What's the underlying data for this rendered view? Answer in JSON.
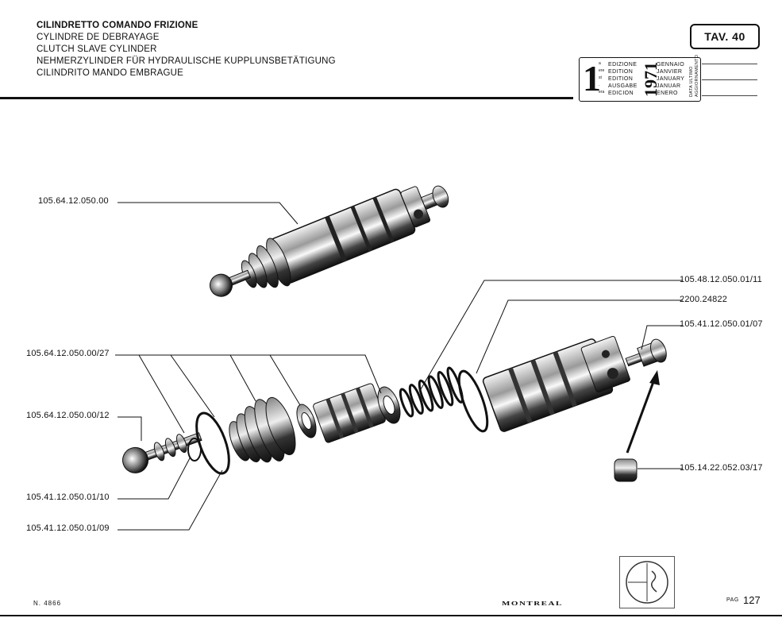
{
  "header": {
    "titles": [
      "CILINDRETTO COMANDO FRIZIONE",
      "CYLINDRE DE DEBRAYAGE",
      "CLUTCH SLAVE CYLINDER",
      "NEHMERZYLINDER FÜR HYDRAULISCHE KUPPLUNSBETÄTIGUNG",
      "CILINDRITO MANDO EMBRAGUE"
    ],
    "table_ref": "TAV. 40"
  },
  "edition": {
    "number": "1",
    "suffixes": [
      "a",
      "ere",
      "st",
      ".",
      "era"
    ],
    "labels": [
      "EDIZIONE",
      "EDITION",
      "EDITION",
      "AUSGABE",
      "EDICION"
    ],
    "year": "1971",
    "months": [
      "GENNAIO",
      "JANVIER",
      "JANUARY",
      "JANUAR",
      "ENERO"
    ],
    "update_label_1": "DATA ULTIMO",
    "update_label_2": "AGGIORNAMENTO"
  },
  "parts": {
    "p1": "105.64.12.050.00",
    "p2": "105.48.12.050.01/11",
    "p3": "2200.24822",
    "p4": "105.41.12.050.01/07",
    "p5": "105.64.12.050.00/27",
    "p6": "105.64.12.050.00/12",
    "p7": "105.14.22.052.03/17",
    "p8": "105.41.12.050.01/10",
    "p9": "105.41.12.050.01/09"
  },
  "footer": {
    "doc_number": "N. 4866",
    "brand": "MONTREAL",
    "page_label": "PAG",
    "page_number": "127"
  }
}
